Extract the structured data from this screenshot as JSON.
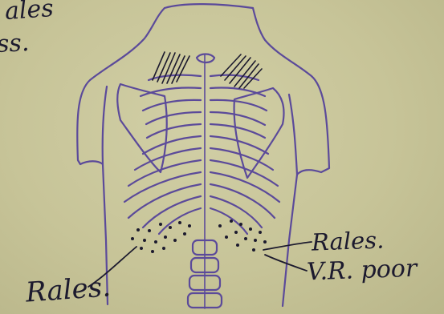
{
  "sheet": {
    "paper_color": "#c8c59a",
    "ink_purple": "#5b4a9a",
    "ink_black": "#1c1a2e"
  },
  "notes": {
    "top_fragment_1": "ales",
    "top_fragment_2": "ss.",
    "left_label": "Rales.",
    "right_label_1": "Rales.",
    "right_label_2": "V.R. poor"
  }
}
